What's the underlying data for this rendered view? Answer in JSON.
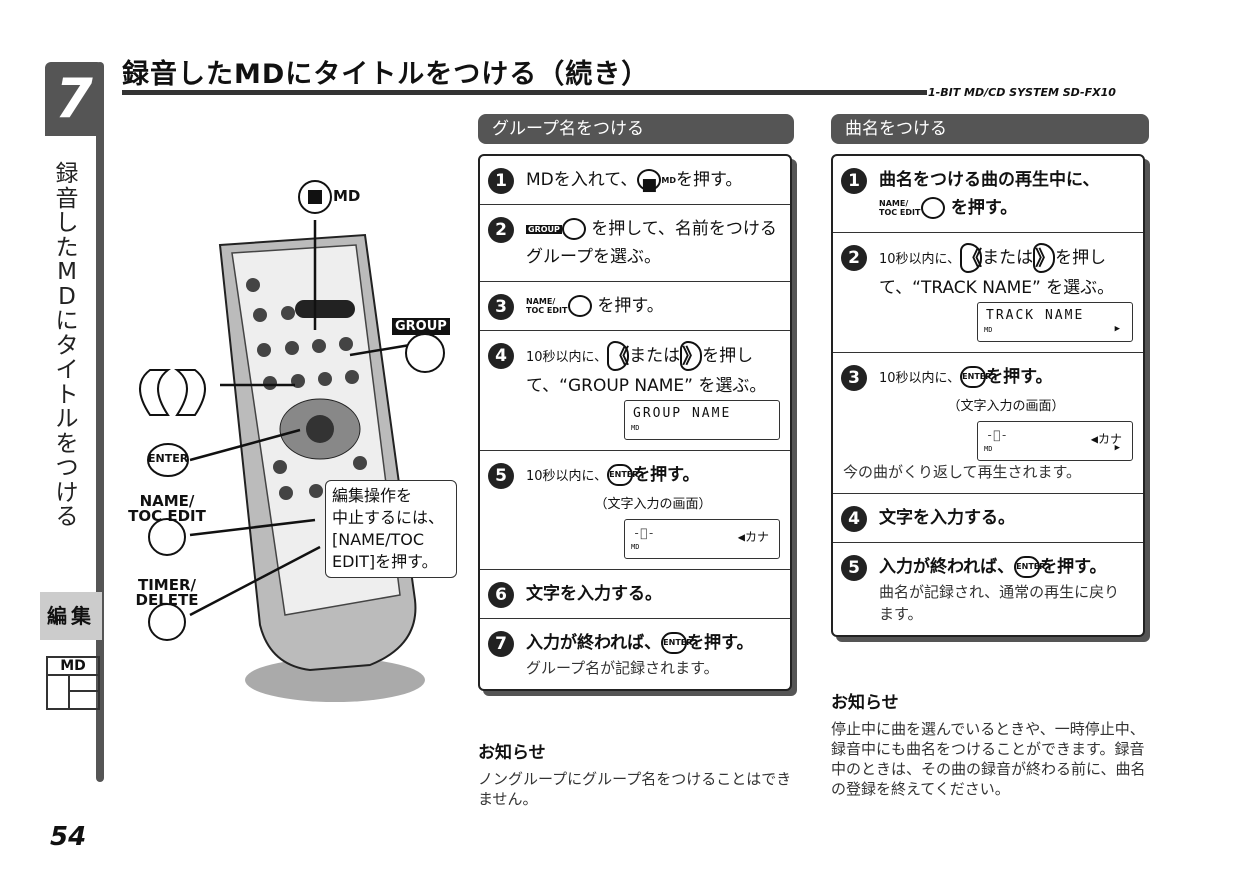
{
  "chapter": "7",
  "vertical_title": [
    "録",
    "音",
    "し",
    "た",
    "M",
    "D",
    "に",
    "タ",
    "イ",
    "ト",
    "ル",
    "を",
    "つ",
    "け",
    "る"
  ],
  "edit_tab": "編集",
  "md_tag": "MD",
  "page_number": "54",
  "header": {
    "title": "録音したMDにタイトルをつける（続き）",
    "model": "1-BIT MD/CD SYSTEM  SD-FX10"
  },
  "remote": {
    "md_label": "MD",
    "group_label": "GROUP",
    "enter_label": "ENTER",
    "name_label_1": "NAME/",
    "name_label_2": "TOC EDIT",
    "timer_label_1": "TIMER/",
    "timer_label_2": "DELETE",
    "callout": [
      "編集操作を",
      "中止するには、",
      "[NAME/TOC",
      "EDIT]を押す。"
    ]
  },
  "group_section": {
    "heading": "グループ名をつける",
    "steps": [
      {
        "num": "1",
        "a": "MDを入れて、",
        "b": "MD",
        "c": "を押す。"
      },
      {
        "num": "2",
        "a": "GROUP",
        "b": "を押して、名前をつけるグループを選ぶ。"
      },
      {
        "num": "3",
        "a": "NAME/ TOC EDIT",
        "b": "を押す。"
      },
      {
        "num": "4",
        "a": "10秒以内に、",
        "b": "または",
        "c": "を押して、“GROUP NAME” を選ぶ。",
        "lcd": "GROUP NAME"
      },
      {
        "num": "5",
        "a": "10秒以内に、",
        "b": "を押す。",
        "note": "（文字入力の画面）",
        "lcd": "◀カナ"
      },
      {
        "num": "6",
        "a": "文字を入力する。"
      },
      {
        "num": "7",
        "a": "入力が終われば、",
        "b": "を押す。",
        "note": "グループ名が記録されます。"
      }
    ],
    "info_heading": "お知らせ",
    "info_text": "ノングループにグループ名をつけることはできません。"
  },
  "track_section": {
    "heading": "曲名をつける",
    "steps": [
      {
        "num": "1",
        "a": "曲名をつける曲の再生中に、",
        "b": "NAME/ TOC EDIT",
        "c": "を押す。"
      },
      {
        "num": "2",
        "a": "10秒以内に、",
        "b": "または",
        "c": "を押して、“TRACK NAME” を選ぶ。",
        "lcd": "TRACK NAME"
      },
      {
        "num": "3",
        "a": "10秒以内に、",
        "b": "を押す。",
        "note": "（文字入力の画面）",
        "lcd": "◀カナ",
        "note2": "今の曲がくり返して再生されます。"
      },
      {
        "num": "4",
        "a": "文字を入力する。"
      },
      {
        "num": "5",
        "a": "入力が終われば、",
        "b": "を押す。",
        "note": "曲名が記録され、通常の再生に戻ります。"
      }
    ],
    "info_heading": "お知らせ",
    "info_text": "停止中に曲を選んでいるときや、一時停止中、録音中にも曲名をつけることができます。録音中のときは、その曲の録音が終わる前に、曲名の登録を終えてください。"
  }
}
